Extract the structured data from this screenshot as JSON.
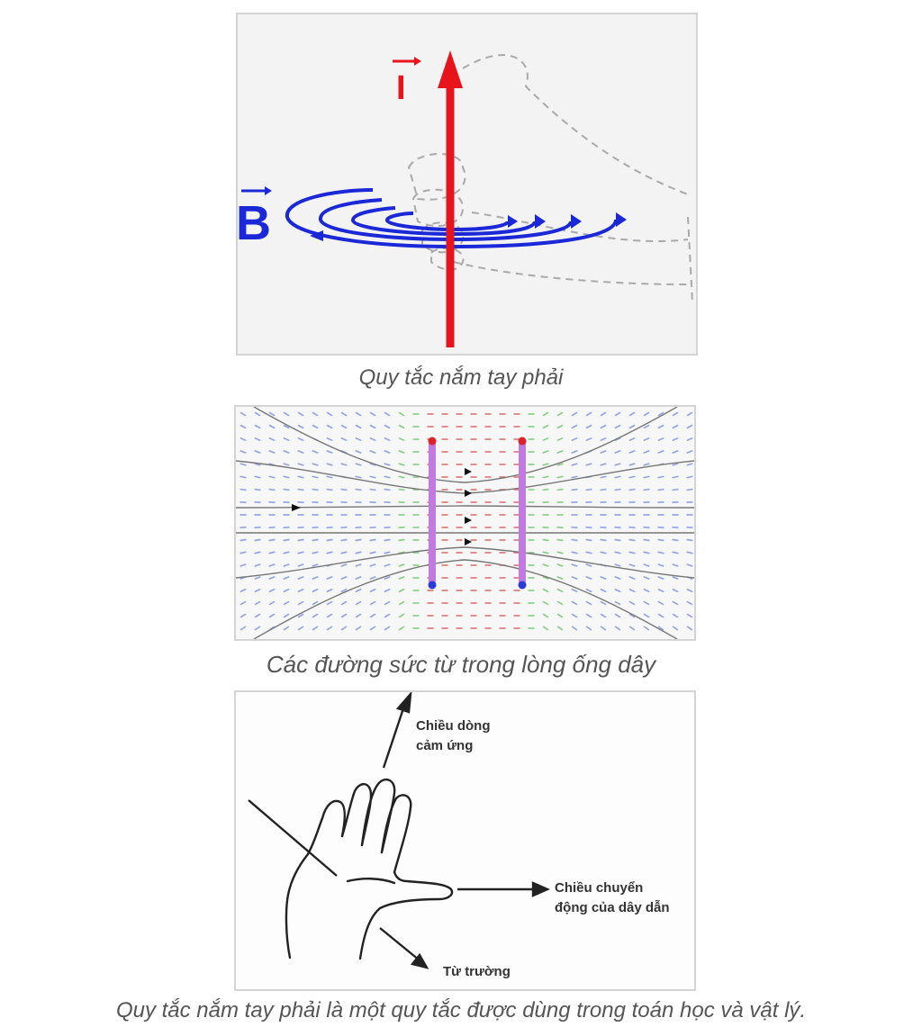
{
  "figure1": {
    "current_label": "I",
    "field_label": "B",
    "caption": "Quy tắc nắm tay phải",
    "colors": {
      "current": "#e8141b",
      "field": "#1b28d8"
    }
  },
  "figure2": {
    "caption": "Các đường sức từ trong lòng ống dây",
    "colors": {
      "wire": "#c07ae0",
      "top_end": "#e0202a",
      "bottom_end": "#2b3cd8"
    }
  },
  "figure3": {
    "label_induced_current_line1": "Chiều dòng",
    "label_induced_current_line2": "cảm ứng",
    "label_motion_line1": "Chiều chuyển",
    "label_motion_line2": "động của dây dẫn",
    "label_field": "Từ trường"
  },
  "caption_main": "Quy tắc nắm tay phải là một quy tắc được dùng trong toán học và vật lý."
}
